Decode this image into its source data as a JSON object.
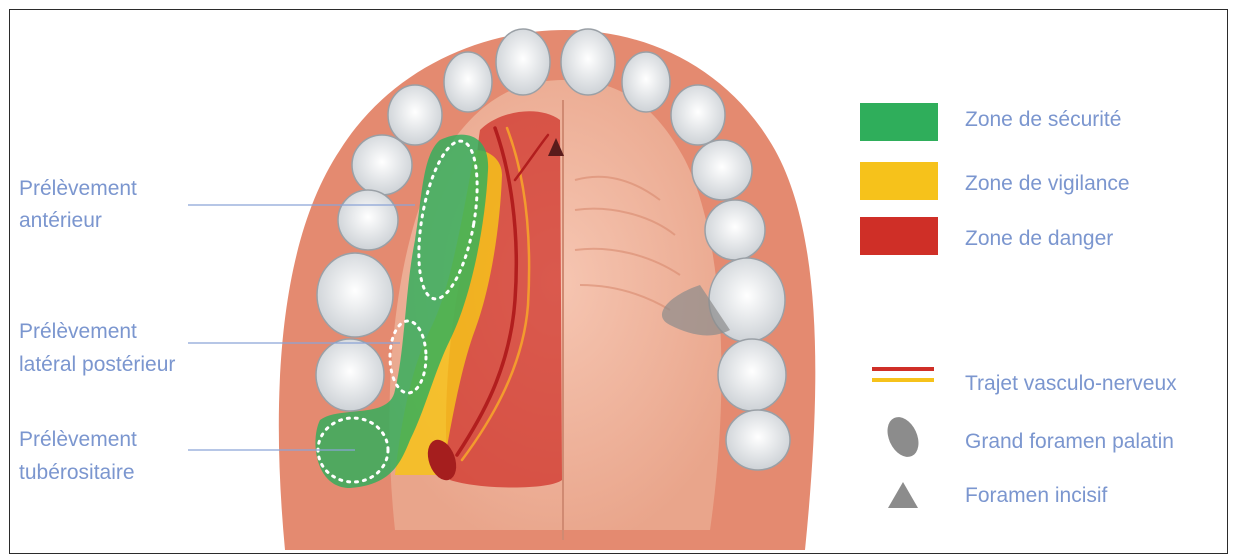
{
  "colors": {
    "label": "#7b96cf",
    "leader": "#8aa3d6",
    "zone_safe": "#2fae5b",
    "zone_vigilance": "#f6c21b",
    "zone_danger": "#cf2f27",
    "gum": "#e48a70",
    "palate": "#f3b7a0",
    "teeth": "#eceef0",
    "foramen": "#8c8c8c"
  },
  "labels": {
    "anterior": [
      "Prélèvement",
      "antérieur"
    ],
    "lateral": [
      "Prélèvement",
      "latéral postérieur"
    ],
    "tuberosity": [
      "Prélèvement",
      "tubérositaire"
    ]
  },
  "legend": {
    "zones": [
      {
        "label": "Zone de sécurité",
        "color": "#2fae5b"
      },
      {
        "label": "Zone de vigilance",
        "color": "#f6c21b"
      },
      {
        "label": "Zone de danger",
        "color": "#cf2f27"
      }
    ],
    "symbols": [
      {
        "label": "Trajet vasculo-nerveux",
        "icon": "nerve-path-icon"
      },
      {
        "label": "Grand foramen palatin",
        "icon": "ellipse-icon"
      },
      {
        "label": "Foramen incisif",
        "icon": "triangle-icon"
      }
    ]
  }
}
